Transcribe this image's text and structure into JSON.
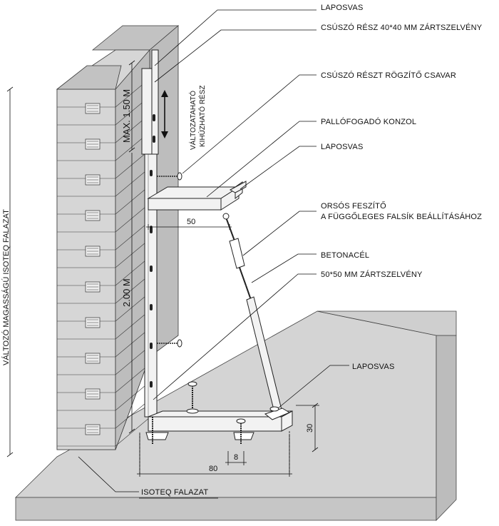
{
  "labels": {
    "laposvas_top": "LAPOSVAS",
    "csuszo_resz": "CSÚSZÓ RÉSZ 40*40 MM ZÁRTSZELVÉNY",
    "csuszo_csavar": "CSÚSZÓ RÉSZT RÖGZÍTŐ CSAVAR",
    "pallofogado": "PALLÓFOGADÓ KONZOL",
    "laposvas_mid": "LAPOSVAS",
    "orsos_1": "ORSÓS FESZÍTŐ",
    "orsos_2": "A FÜGGŐLEGES FALSÍK BEÁLLÍTÁSÁHOZ",
    "betonacel": "BETONACÉL",
    "zartszelveny_50": "50*50 MM ZÁRTSZELVÉNY",
    "laposvas_bottom": "LAPOSVAS",
    "isoteq_falazat": "ISOTEQ FALAZAT"
  },
  "vertical_texts": {
    "valtozo_magassagu": "VÁLTOZÓ MAGASSÁGÚ  ISOTEQ FALAZAT",
    "max_150": "MAX. 1.50 M",
    "valtoztathato": "VÁLTOZATAHATÓ",
    "kihuzhato": "KIHÚZHATÓ RÉSZ",
    "two_m": "2.00 M"
  },
  "dimensions": {
    "d50": "50",
    "d30": "30",
    "d8": "8",
    "d80": "80"
  }
}
